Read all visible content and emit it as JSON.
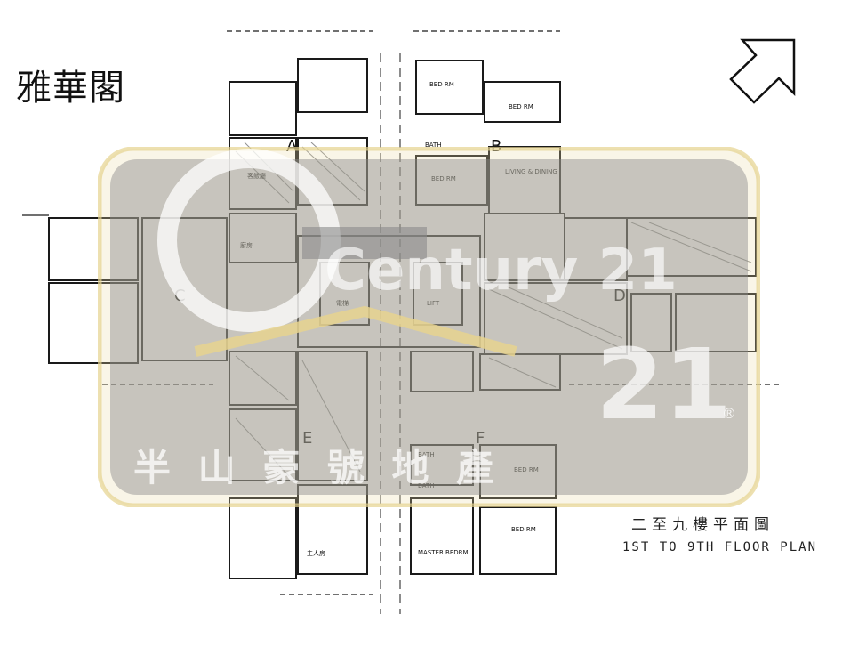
{
  "title": "雅華閣",
  "wings": [
    {
      "letter": "A"
    },
    {
      "letter": "B"
    },
    {
      "letter": "C"
    },
    {
      "letter": "D"
    },
    {
      "letter": "E"
    },
    {
      "letter": "F"
    }
  ],
  "room_labels": {
    "bed_rm_1": "BED RM",
    "bed_rm_2": "BED RM",
    "bed_rm_3": "BED RM",
    "bed_rm_4": "BED RM",
    "bed_rm_5": "BED RM",
    "bath_1": "BATH",
    "bath_2": "BATH",
    "bath_3": "BATH",
    "living_dining": "LIVING & DINING",
    "lift": "LIFT",
    "master_bedroom": "MASTER BEDRM",
    "lobby": "電梯",
    "kitchen": "廚房",
    "bedroom_zh": "主人房",
    "living_zh": "客飯廳"
  },
  "watermark": {
    "brand": "Century 21",
    "registered": "®",
    "sub": "半 山 豪 號 地 產",
    "color": "#e9d8a6"
  },
  "caption": {
    "zh": "二至九樓平面圖",
    "en": "1ST TO 9TH FLOOR PLAN"
  }
}
